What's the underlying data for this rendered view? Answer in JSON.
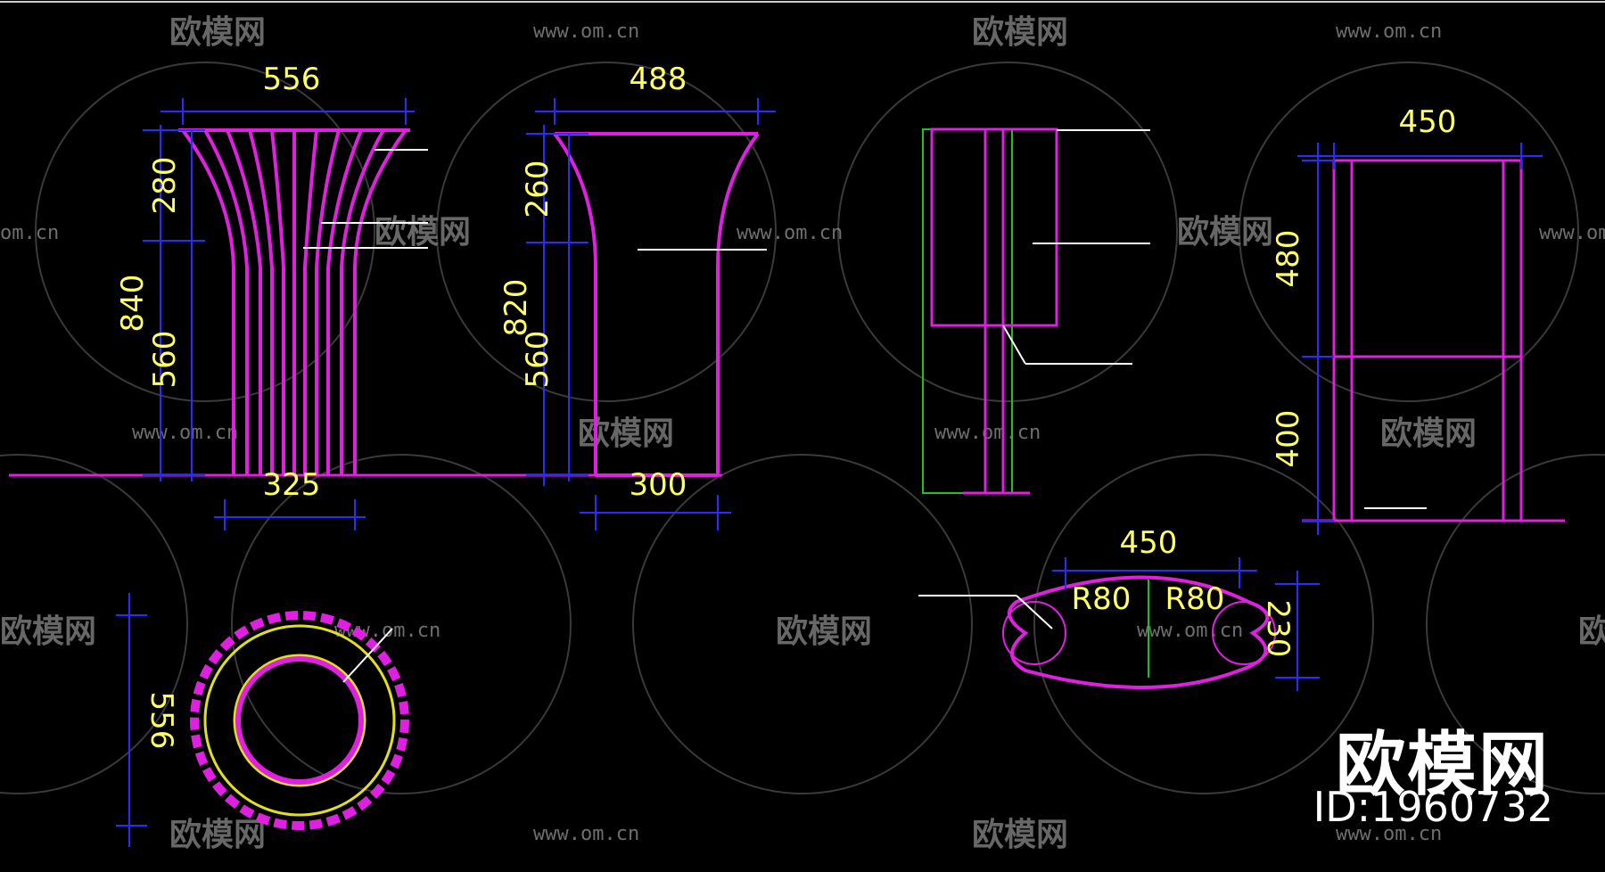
{
  "colors": {
    "background": "#000000",
    "outline": "#e020e0",
    "dimension": "#2b2bff",
    "text": "#ffff66",
    "extension": "#ffffff",
    "frame": "#20c020",
    "watermark": "#8a8a8a"
  },
  "watermark": {
    "brand_text": "欧模网",
    "url_text": "www.om.cn",
    "url_fragment": "om.cn",
    "brand_fragment_left": "欧模网",
    "brand_fragment_right": "欧"
  },
  "brand": {
    "title": "欧模网",
    "id": "ID:1960732"
  },
  "dims": {
    "v1_top": "556",
    "v1_bottom": "325",
    "v1_upper": "280",
    "v1_total": "840",
    "v1_lower": "560",
    "v2_top": "488",
    "v2_bottom": "300",
    "v2_upper": "260",
    "v2_total": "820",
    "v2_lower": "560",
    "v4_top": "450",
    "v4_upper": "480",
    "v4_lower": "400",
    "plan_dia": "556",
    "oval_w": "450",
    "oval_r_left": "R80",
    "oval_r_right": "R80",
    "oval_h": "230"
  }
}
